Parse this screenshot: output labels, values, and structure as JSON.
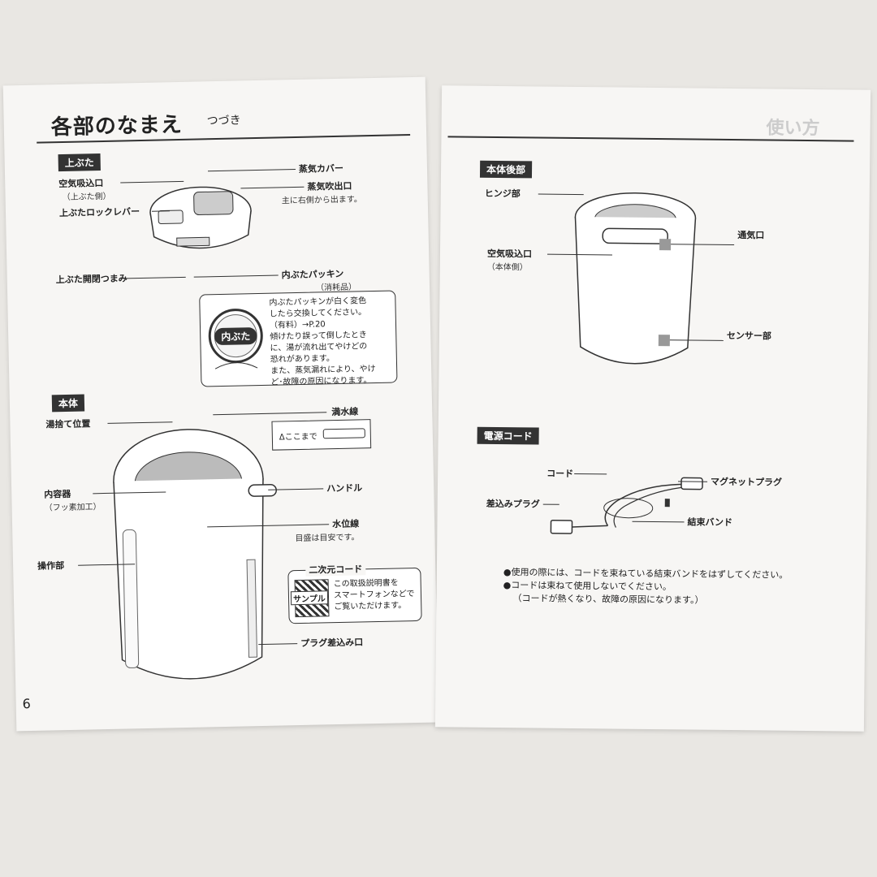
{
  "left": {
    "title": "各部のなまえ",
    "subtitle": "つづき",
    "page_number": "6",
    "lid": {
      "section": "上ぶた",
      "air_intake": "空気吸込口",
      "air_intake_sub": "（上ぶた側）",
      "lock_lever": "上ぶたロックレバー",
      "open_knob": "上ぶた開閉つまみ",
      "steam_cover": "蒸気カバー",
      "steam_outlet": "蒸気吹出口",
      "steam_outlet_note": "主に右側から出ます。",
      "gasket": "内ぶたパッキン",
      "gasket_sub": "（消耗品）",
      "inner_lid_badge": "内ぶた",
      "gasket_note": [
        "内ぶたパッキンが白く変色",
        "したら交換してください。",
        "（有料）→P.20",
        "傾けたり誤って倒したとき",
        "に、湯が流れ出てやけどの",
        "恐れがあります。",
        "また、蒸気漏れにより、やけ",
        "ど･故障の原因になります。"
      ]
    },
    "body": {
      "section": "本体",
      "drain": "湯捨て位置",
      "full_line": "満水線",
      "full_line_mark": "Δここまで",
      "inner_pot": "内容器",
      "inner_pot_sub": "（フッ素加工）",
      "handle": "ハンドル",
      "water_line": "水位線",
      "water_line_note": "目盛は目安です。",
      "controls": "操作部",
      "qr_title": "二次元コード",
      "qr_sample": "サンプル",
      "qr_note": [
        "この取扱説明書を",
        "スマートフォンなどで",
        "ご覧いただけます。"
      ],
      "plug_port": "プラグ差込み口"
    }
  },
  "right": {
    "header": "使い方",
    "rear": {
      "section": "本体後部",
      "hinge": "ヒンジ部",
      "air_intake": "空気吸込口",
      "air_intake_sub": "（本体側）",
      "vent": "通気口",
      "sensor": "センサー部"
    },
    "cord": {
      "section": "電源コード",
      "cord": "コード",
      "magnet_plug": "マグネットプラグ",
      "plug": "差込みプラグ",
      "band": "結束バンド",
      "notes": [
        "●使用の際には、コードを束ねている結束バンドをはずしてください。",
        "●コードは束ねて使用しないでください。",
        "（コードが熱くなり、故障の原因になります。）"
      ]
    }
  }
}
